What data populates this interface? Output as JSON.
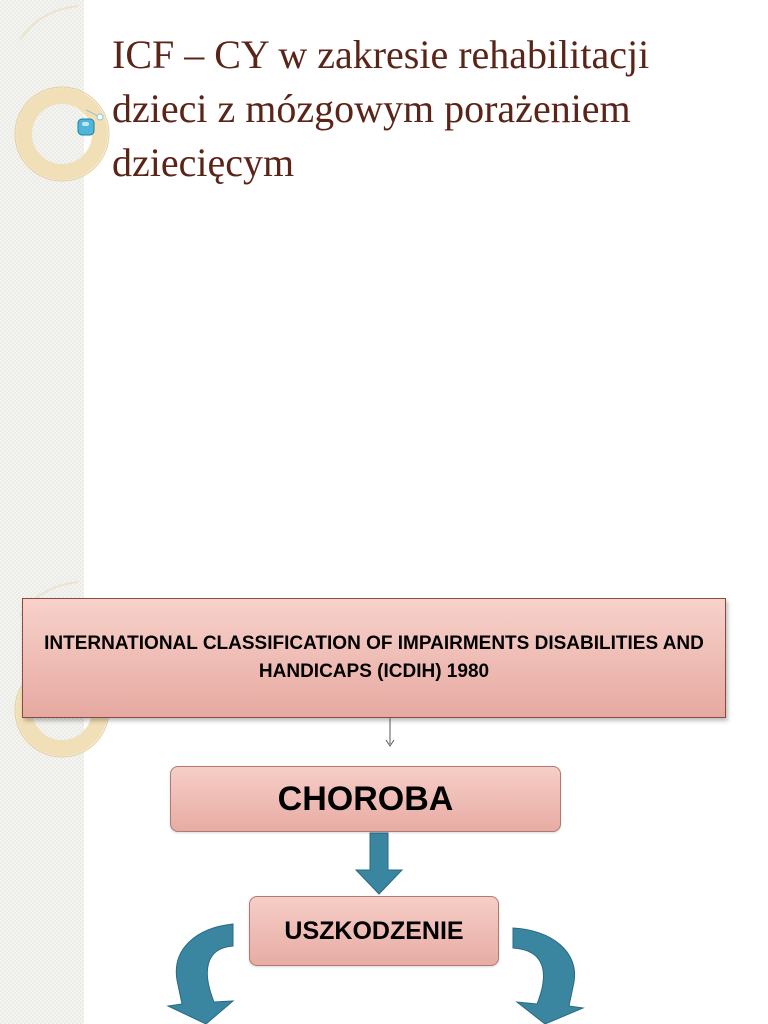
{
  "slide1": {
    "title": "ICF – CY w zakresie rehabilitacji dzieci z mózgowym porażeniem dziecięcym"
  },
  "slide2": {
    "box_title": "INTERNATIONAL CLASSIFICATION OF IMPAIRMENTS DISABILITIES AND HANDICAPS (ICDIH) 1980",
    "nodes": {
      "choroba": "CHOROBA",
      "uszkodzenie": "USZKODZENIE"
    }
  },
  "colors": {
    "title": "#5a2418",
    "box_fill": "#e9b0a8",
    "node_fill": "#eeb9b1",
    "arrow": "#3a86a0",
    "ring": "#f1dfb7",
    "bead": "#4fb6d9"
  },
  "icons": [
    "ring-decoration-icon",
    "bead-icon",
    "down-arrow-icon",
    "curved-arrow-left-icon",
    "curved-arrow-right-icon"
  ]
}
